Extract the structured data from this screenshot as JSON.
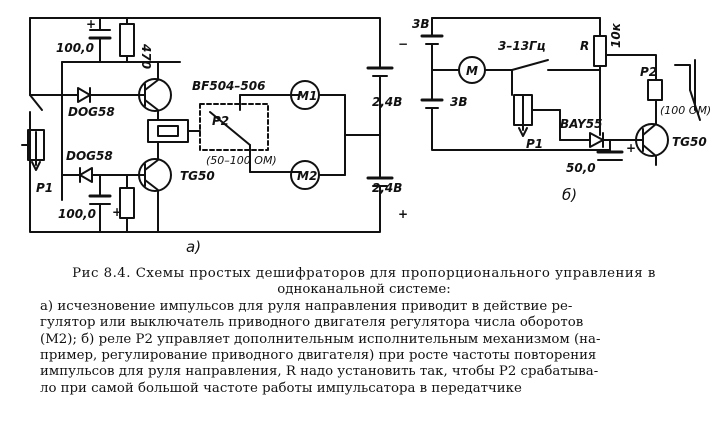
{
  "figure": {
    "left": {
      "sublabel": "а)",
      "labels": {
        "cap1": "100,0",
        "res1": "470",
        "transistor1": "BF504–506",
        "diode1": "DOG58",
        "relay": "P2",
        "relay_spec": "(50–100 ОМ)",
        "diode2": "DOG58",
        "transistor2": "TG50",
        "pot": "P1",
        "cap2": "100,0",
        "motor1": "M1",
        "motor2": "M2",
        "batt_top": "2,4В",
        "batt_bottom": "2,4В",
        "plus1": "+",
        "plus2": "+",
        "plus3": "+",
        "minus": "−"
      }
    },
    "right": {
      "sublabel": "б)",
      "labels": {
        "batt1": "3В",
        "batt2": "3В",
        "motor": "М",
        "freq": "3–13Гц",
        "res": "R",
        "res_val": "10к",
        "pot": "P1",
        "diode": "BAY55",
        "cap": "50,0",
        "cap_plus": "+",
        "relay": "P2",
        "relay_spec": "(100 ОМ)",
        "transistor": "TG50"
      }
    }
  },
  "caption": {
    "title_line1": "Рис 8.4. Схемы простых дешифраторов для пропорционального управления в",
    "title_line2": "одноканальной системе:",
    "body_lines": [
      "а) исчезновение импульсов для руля направления приводит в действие ре-",
      "гулятор или выключатель приводного двигателя регулятора числа оборотов",
      "(М2); б) реле Р2 управляет дополнительным исполнительным механизмом (на-",
      "пример, регулирование приводного двигателя) при росте частоты повторения",
      "импульсов для руля направления, R надо установить так, чтобы Р2 срабатыва-",
      "ло при самой большой частоте работы импульсатора в передатчике"
    ]
  }
}
